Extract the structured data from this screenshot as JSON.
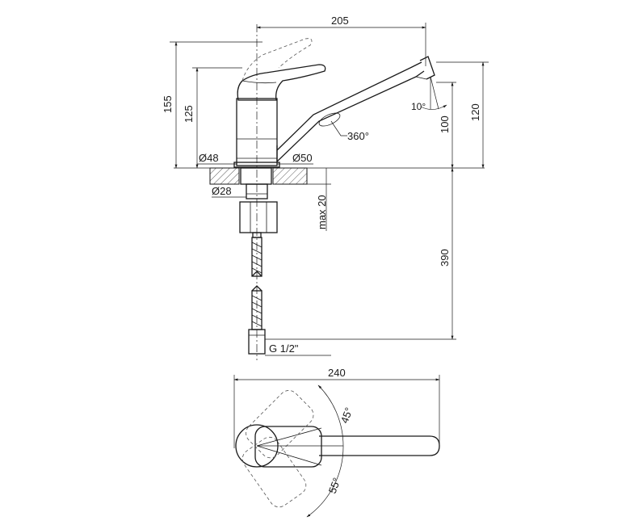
{
  "dimensions": {
    "spout_reach": "205",
    "total_height": "155",
    "body_height": "125",
    "spout_tilt": "10°",
    "spout_rotation": "360°",
    "outlet_height": "100",
    "spout_height": "120",
    "base_diameter": "Ø48",
    "flange_diameter": "Ø50",
    "thread_diameter": "Ø28",
    "max_counter_thickness": "max 20",
    "hose_length": "390",
    "hose_connection": "G 1/2\"",
    "plan_length": "240",
    "lever_angle_up": "45°",
    "lever_angle_down": "55°"
  }
}
